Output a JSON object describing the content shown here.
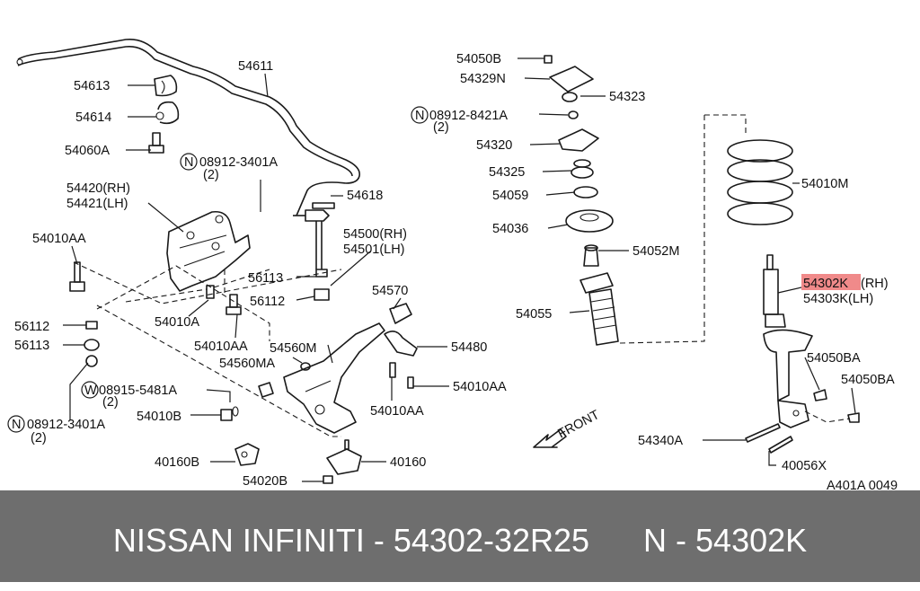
{
  "diagram": {
    "highlight_color": "#f08a8a",
    "drawing_code": "A401A 0049",
    "front_label": "FRONT",
    "labels": {
      "p54611": "54611",
      "p54613": "54613",
      "p54614": "54614",
      "p54060A": "54060A",
      "n08912_3401A_top": "08912-3401A",
      "n08912_3401A_top_qty": "(2)",
      "p54618": "54618",
      "p54420": "54420(RH)",
      "p54421": "54421(LH)",
      "p54010AA_left": "54010AA",
      "p54500": "54500(RH)",
      "p54501": "54501(LH)",
      "p56113_mid": "56113",
      "p56112_mid": "56112",
      "p54570": "54570",
      "p54010A": "54010A",
      "p56112_left": "56112",
      "p56113_left": "56113",
      "p54010AA_mid": "54010AA",
      "p54560M": "54560M",
      "p54560MA": "54560MA",
      "p54480": "54480",
      "w08915_5481A": "08915-5481A",
      "w08915_5481A_qty": "(2)",
      "p54010AA_right": "54010AA",
      "n08912_3401A_low": "08912-3401A",
      "n08912_3401A_low_qty": "(2)",
      "p54010B": "54010B",
      "p54010AA_low": "54010AA",
      "p40160B": "40160B",
      "p40160": "40160",
      "p54020B": "54020B",
      "p54050B": "54050B",
      "p54329N": "54329N",
      "p54323": "54323",
      "n08912_8421A": "08912-8421A",
      "n08912_8421A_qty": "(2)",
      "p54320": "54320",
      "p54325": "54325",
      "p54059": "54059",
      "p54036": "54036",
      "p54052M": "54052M",
      "p54055": "54055",
      "p54010M": "54010M",
      "p54302K": "54302K",
      "p54302K_side": "(RH)",
      "p54303K": "54303K(LH)",
      "p54050BA_a": "54050BA",
      "p54050BA_b": "54050BA",
      "p54340A": "54340A",
      "p40056X": "40056X",
      "marker_N": "N",
      "marker_W": "W"
    }
  },
  "footer": {
    "text": "NISSAN INFINITI - 54302-32R25      N - 54302K"
  }
}
